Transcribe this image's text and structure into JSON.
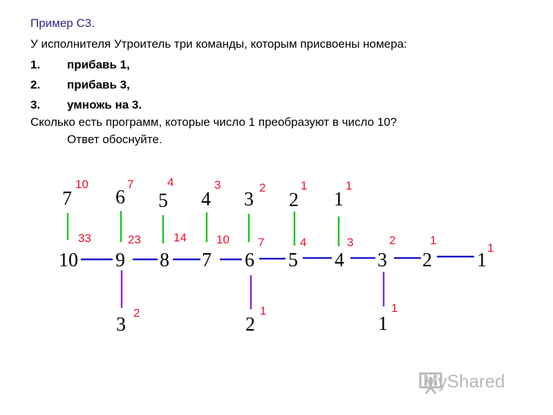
{
  "heading": "Пример С3.",
  "intro": "У исполнителя Утроитель три команды, которым присвоены номера:",
  "commands": [
    {
      "num": "1.",
      "text": "прибавь 1,"
    },
    {
      "num": "2.",
      "text": "прибавь 3,"
    },
    {
      "num": "3.",
      "text": "умножь на 3."
    }
  ],
  "question": "Сколько есть программ, которые число 1 преобразуют в число 10?",
  "question_2": "Ответ обоснуйте.",
  "diagram": {
    "colors": {
      "blue": "#1414c8",
      "green": "#22c322",
      "purple": "#8c28c8",
      "red": "#e8102a"
    },
    "chain": [
      {
        "value": "10",
        "count": ""
      },
      {
        "value": "9",
        "count": "23"
      },
      {
        "value": "8",
        "count": "14"
      },
      {
        "value": "7",
        "count": "10"
      },
      {
        "value": "6",
        "count": "7"
      },
      {
        "value": "5",
        "count": "4"
      },
      {
        "value": "4",
        "count": "3"
      },
      {
        "value": "3",
        "count": "2"
      },
      {
        "value": "2",
        "count": "1"
      },
      {
        "value": "1",
        "count": "1"
      }
    ],
    "count_10": "33",
    "upper": [
      {
        "value": "7",
        "count": "10"
      },
      {
        "value": "6",
        "count": "7"
      },
      {
        "value": "5",
        "count": "4"
      },
      {
        "value": "4",
        "count": "3"
      },
      {
        "value": "3",
        "count": "2"
      },
      {
        "value": "2",
        "count": "1"
      },
      {
        "value": "1",
        "count": "1"
      }
    ],
    "lower": [
      {
        "value": "3",
        "count": "2"
      },
      {
        "value": "2",
        "count": "1"
      },
      {
        "value": "1",
        "count": "1"
      }
    ]
  },
  "watermark": {
    "text": "MyShared",
    "icon": "presentation-board-icon"
  }
}
